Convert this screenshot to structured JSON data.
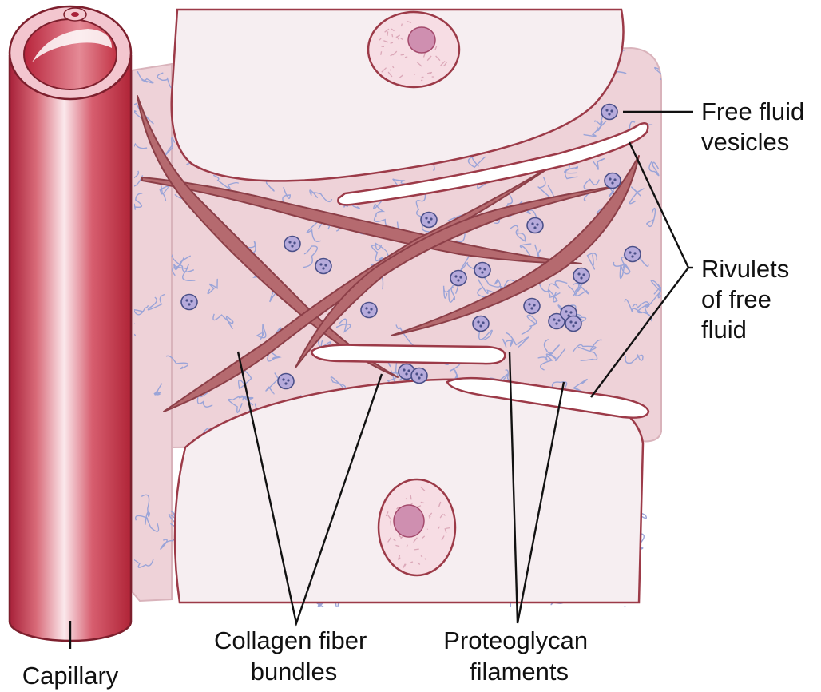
{
  "labels": {
    "free_fluid_vesicles": [
      "Free fluid",
      "vesicles"
    ],
    "rivulets": [
      "Rivulets",
      "of free",
      "fluid"
    ],
    "collagen": [
      "Collagen fiber",
      "bundles"
    ],
    "proteoglycan": [
      "Proteoglycan",
      "filaments"
    ],
    "capillary": "Capillary"
  },
  "colors": {
    "matrix": "#eed2d8",
    "cell": "#f6eef1",
    "collagen": "#b56a6f",
    "collagen_dark": "#8c3f48",
    "capillary_dark": "#b1283a",
    "capillary_light": "#f7dde2",
    "filament": "#9aa4d8",
    "vesicle_fill": "#b6aadb",
    "nucleus": "#d49ab8",
    "outline": "#9c3a48",
    "leader": "#111111"
  }
}
